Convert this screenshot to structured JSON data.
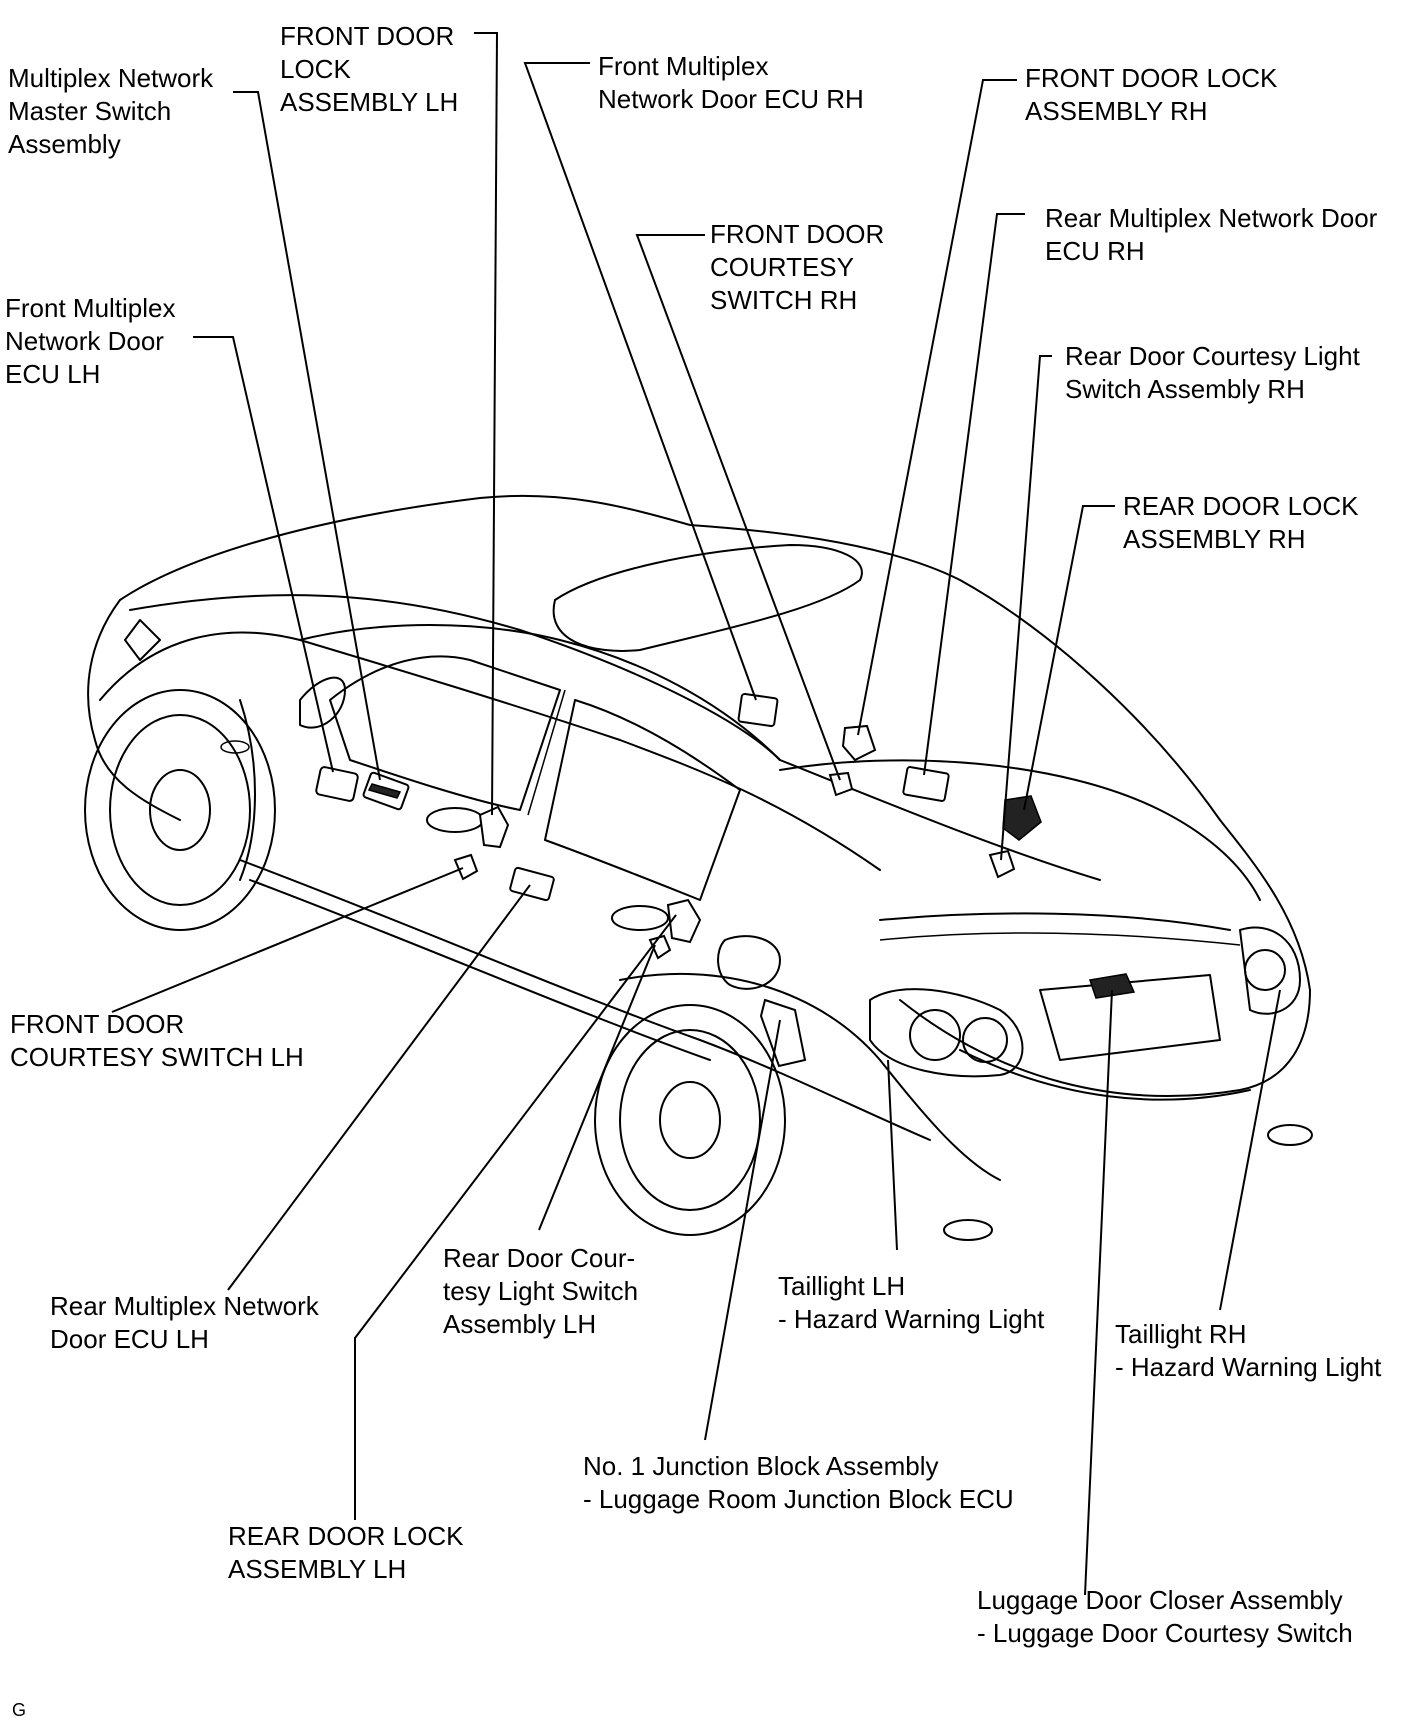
{
  "labels": {
    "master_switch": [
      "Multiplex Network",
      "Master Switch",
      "Assembly"
    ],
    "front_door_lock_lh": [
      "FRONT DOOR",
      "LOCK",
      "ASSEMBLY LH"
    ],
    "front_door_ecu_rh": [
      "Front Multiplex",
      "Network Door ECU RH"
    ],
    "front_door_lock_rh": [
      "FRONT DOOR LOCK",
      "ASSEMBLY RH"
    ],
    "rear_door_ecu_rh": [
      "Rear Multiplex Network Door",
      "ECU RH"
    ],
    "front_courtesy_rh": [
      "FRONT DOOR",
      "COURTESY",
      "SWITCH RH"
    ],
    "front_door_ecu_lh": [
      "Front Multiplex",
      "Network Door",
      "ECU LH"
    ],
    "rear_courtesy_light_rh": [
      "Rear Door Courtesy Light",
      "Switch Assembly RH"
    ],
    "rear_door_lock_rh": [
      "REAR DOOR LOCK",
      "ASSEMBLY RH"
    ],
    "front_courtesy_lh": [
      "FRONT DOOR",
      "COURTESY SWITCH LH"
    ],
    "rear_door_ecu_lh": [
      "Rear Multiplex Network",
      "Door ECU LH"
    ],
    "rear_courtesy_light_lh": [
      "Rear Door Cour-",
      "tesy Light Switch",
      "Assembly LH"
    ],
    "taillight_lh": [
      "Taillight LH",
      "- Hazard Warning Light"
    ],
    "taillight_rh": [
      "Taillight RH",
      "- Hazard Warning Light"
    ],
    "junction_block": [
      "No. 1 Junction Block Assembly",
      "- Luggage Room Junction Block ECU"
    ],
    "rear_door_lock_lh": [
      "REAR DOOR LOCK",
      "ASSEMBLY LH"
    ],
    "luggage_closer": [
      "Luggage Door Closer Assembly",
      "- Luggage Door Courtesy Switch"
    ]
  },
  "corner_mark": "G"
}
